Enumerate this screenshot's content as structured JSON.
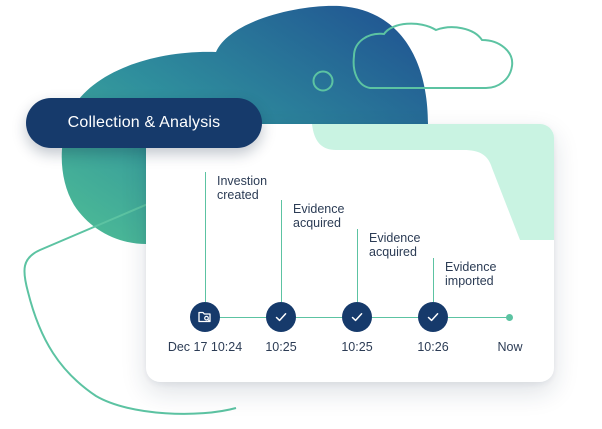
{
  "header": {
    "title": "Collection & Analysis"
  },
  "timeline": {
    "events": [
      {
        "label_line1": "Investion",
        "label_line2": "created",
        "time": "Dec 17 10:24",
        "icon": "folder-search-icon"
      },
      {
        "label_line1": "Evidence",
        "label_line2": "acquired",
        "time": "10:25",
        "icon": "checkmark-icon"
      },
      {
        "label_line1": "Evidence",
        "label_line2": "acquired",
        "time": "10:25",
        "icon": "checkmark-icon"
      },
      {
        "label_line1": "Evidence",
        "label_line2": "imported",
        "time": "10:26",
        "icon": "checkmark-icon"
      }
    ],
    "end_label": "Now"
  },
  "colors": {
    "navy": "#163a6b",
    "mint": "#5cc3a2",
    "gradient_start": "#4fbf95",
    "gradient_end": "#1f4f91",
    "accent_light": "#c9f3e2"
  }
}
